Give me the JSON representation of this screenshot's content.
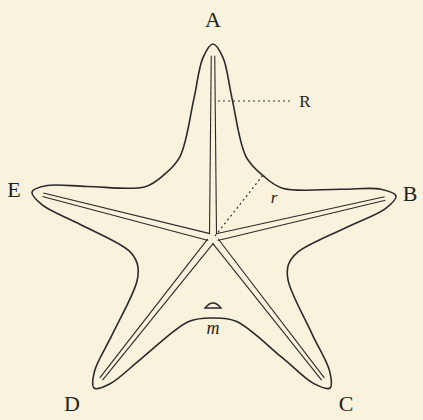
{
  "diagram": {
    "labels": [
      "A",
      "B",
      "C",
      "D",
      "E",
      "R",
      "r",
      "m"
    ]
  }
}
